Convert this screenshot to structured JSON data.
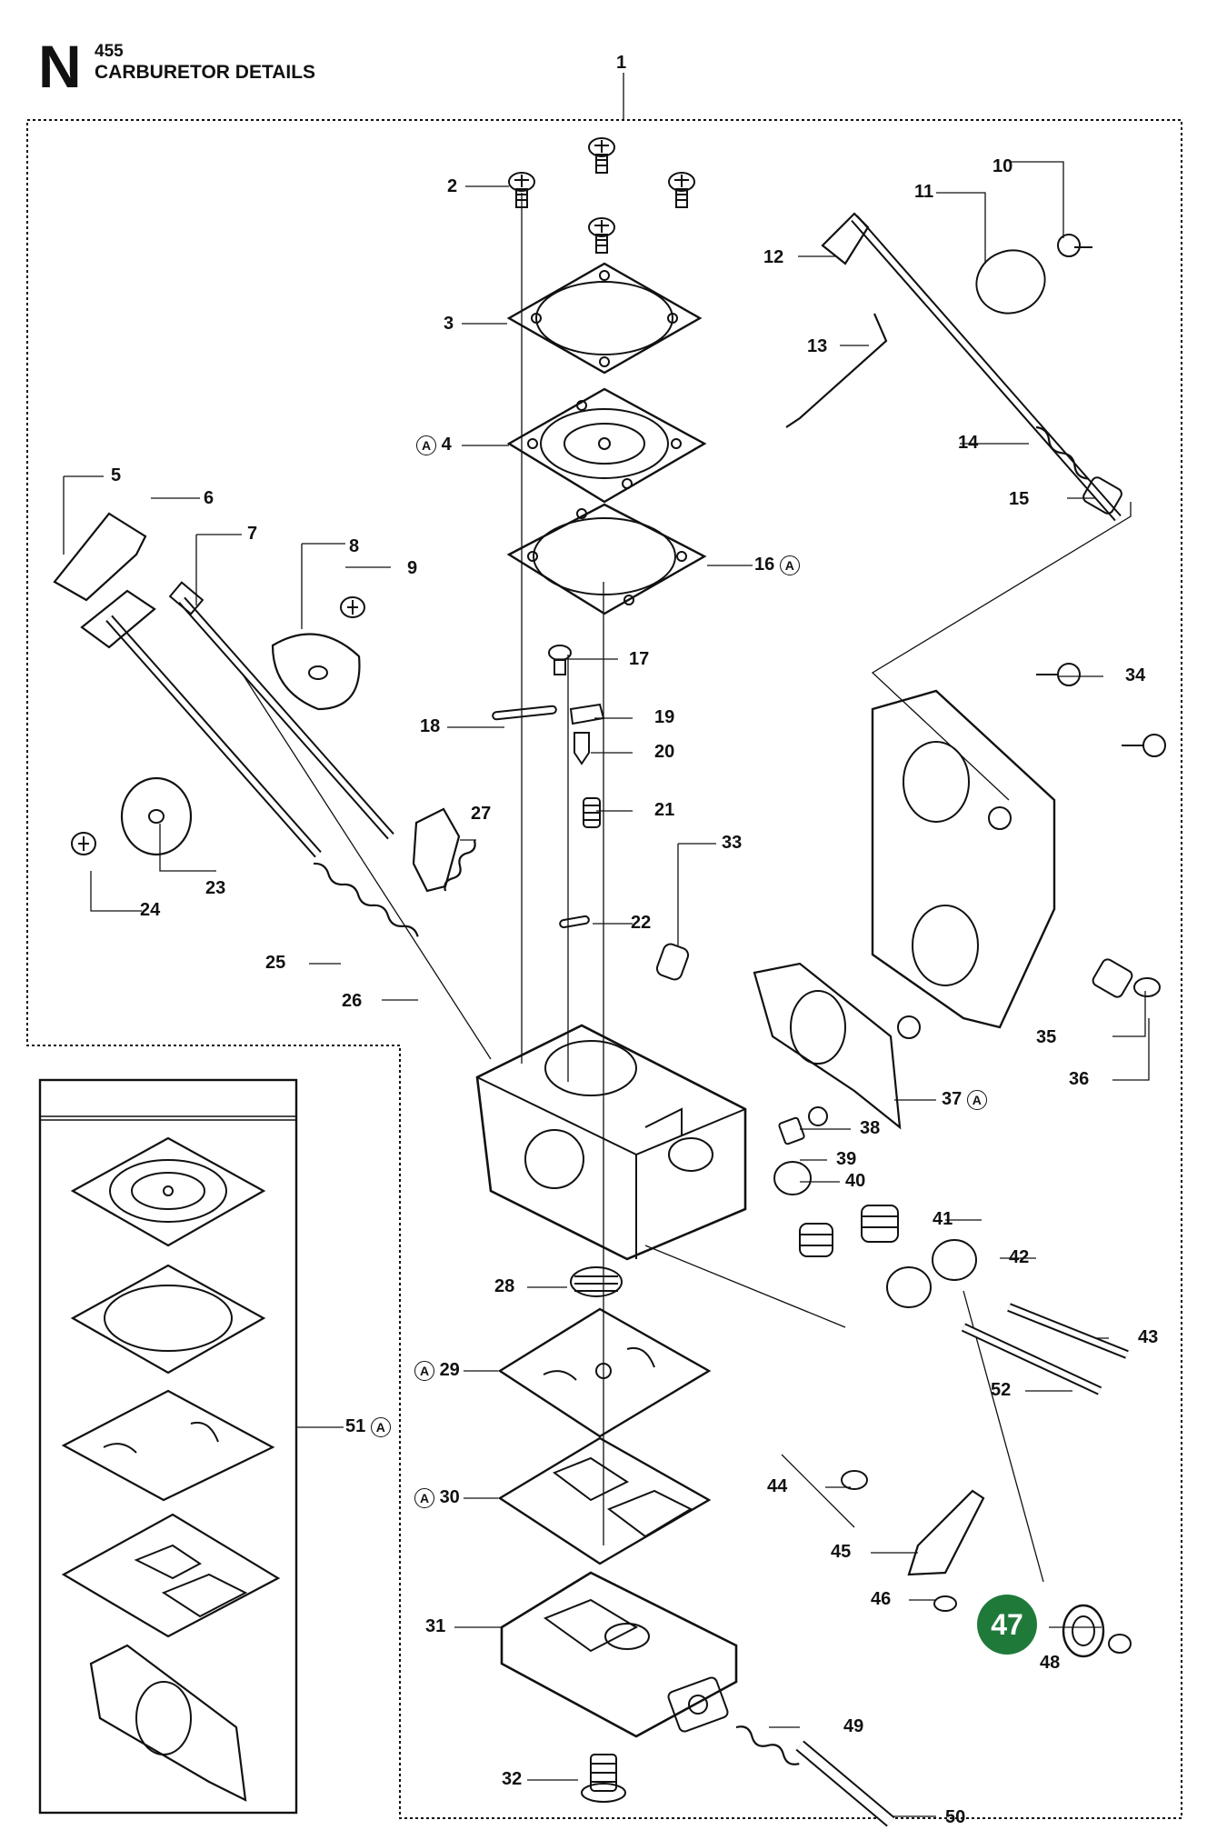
{
  "header": {
    "section_letter": "N",
    "model": "455",
    "title": "CARBURETOR DETAILS"
  },
  "highlight": {
    "part": "47",
    "color": "#1f7a3a"
  },
  "kit_marker": "A",
  "callouts": [
    {
      "num": "1"
    },
    {
      "num": "2"
    },
    {
      "num": "3"
    },
    {
      "num": "4",
      "kit": true
    },
    {
      "num": "5"
    },
    {
      "num": "6"
    },
    {
      "num": "7"
    },
    {
      "num": "8"
    },
    {
      "num": "9"
    },
    {
      "num": "10"
    },
    {
      "num": "11"
    },
    {
      "num": "12"
    },
    {
      "num": "13"
    },
    {
      "num": "14"
    },
    {
      "num": "15"
    },
    {
      "num": "16",
      "kit": true
    },
    {
      "num": "17"
    },
    {
      "num": "18"
    },
    {
      "num": "19"
    },
    {
      "num": "20"
    },
    {
      "num": "21"
    },
    {
      "num": "22"
    },
    {
      "num": "23"
    },
    {
      "num": "24"
    },
    {
      "num": "25"
    },
    {
      "num": "26"
    },
    {
      "num": "27"
    },
    {
      "num": "28"
    },
    {
      "num": "29",
      "kit": true
    },
    {
      "num": "30",
      "kit": true
    },
    {
      "num": "31"
    },
    {
      "num": "32"
    },
    {
      "num": "33"
    },
    {
      "num": "34"
    },
    {
      "num": "35"
    },
    {
      "num": "36"
    },
    {
      "num": "37",
      "kit": true
    },
    {
      "num": "38"
    },
    {
      "num": "39"
    },
    {
      "num": "40"
    },
    {
      "num": "41"
    },
    {
      "num": "42"
    },
    {
      "num": "43"
    },
    {
      "num": "44"
    },
    {
      "num": "45"
    },
    {
      "num": "46"
    },
    {
      "num": "48"
    },
    {
      "num": "49"
    },
    {
      "num": "50"
    },
    {
      "num": "51",
      "kit": true
    },
    {
      "num": "52"
    }
  ]
}
